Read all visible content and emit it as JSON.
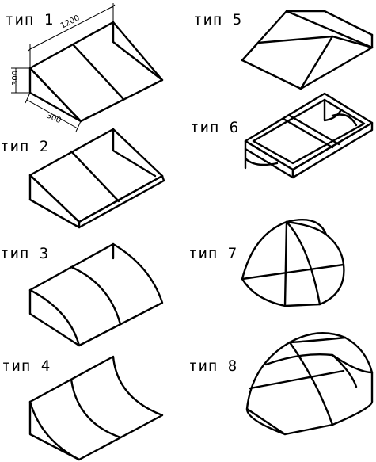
{
  "labels": [
    {
      "key": "t1",
      "text": "тип 1"
    },
    {
      "key": "t2",
      "text": "тип 2"
    },
    {
      "key": "t3",
      "text": "тип 3"
    },
    {
      "key": "t4",
      "text": "тип 4"
    },
    {
      "key": "t5",
      "text": "тип 5"
    },
    {
      "key": "t6",
      "text": "тип 6"
    },
    {
      "key": "t7",
      "text": "тип 7"
    },
    {
      "key": "t8",
      "text": "тип 8"
    }
  ],
  "dimensions": {
    "length": "1200",
    "height": "300",
    "depth": "300"
  }
}
